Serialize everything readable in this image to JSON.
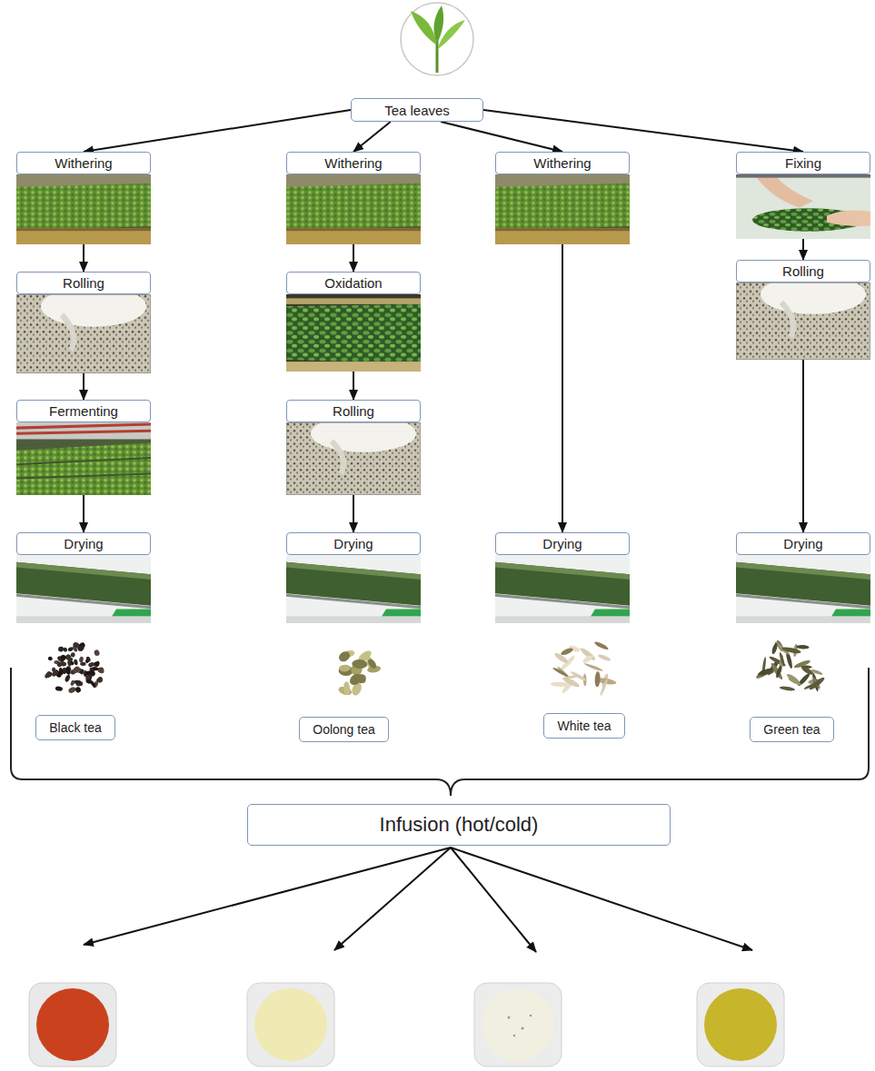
{
  "diagram": {
    "nodes": [
      {
        "text": [
          "Tea leaves"
        ]
      },
      {
        "text": [
          "Withering"
        ]
      },
      {
        "text": [
          "Rolling"
        ]
      },
      {
        "text": [
          "Fermenting"
        ]
      },
      {
        "text": [
          "Drying"
        ]
      },
      {
        "text": [
          "Black tea"
        ]
      },
      {
        "text": [
          "Withering"
        ]
      },
      {
        "text": [
          "Oxidation"
        ]
      },
      {
        "text": [
          "Rolling"
        ]
      },
      {
        "text": [
          "Drying"
        ]
      },
      {
        "text": [
          "Oolong tea"
        ]
      },
      {
        "text": [
          "Withering"
        ]
      },
      {
        "text": [
          "Drying"
        ]
      },
      {
        "text": [
          "White tea"
        ]
      },
      {
        "text": [
          "Fixing"
        ]
      },
      {
        "text": [
          "Rolling"
        ]
      },
      {
        "text": [
          "Drying"
        ]
      },
      {
        "text": [
          "Green tea"
        ]
      },
      {
        "text": [
          "Infusion (hot/cold)"
        ]
      }
    ],
    "edges": [
      {
        "from": 0,
        "to": 1,
        "arrow": "to"
      },
      {
        "from": 0,
        "to": 6,
        "arrow": "to"
      },
      {
        "from": 0,
        "to": 11,
        "arrow": "to"
      },
      {
        "from": 0,
        "to": 14,
        "arrow": "to"
      },
      {
        "from": 1,
        "to": 2,
        "arrow": "to"
      },
      {
        "from": 2,
        "to": 3,
        "arrow": "to"
      },
      {
        "from": 3,
        "to": 4,
        "arrow": "to"
      },
      {
        "from": 6,
        "to": 7,
        "arrow": "to"
      },
      {
        "from": 7,
        "to": 8,
        "arrow": "to"
      },
      {
        "from": 8,
        "to": 9,
        "arrow": "to"
      },
      {
        "from": 11,
        "to": 12,
        "arrow": "to"
      },
      {
        "from": 14,
        "to": 15,
        "arrow": "to"
      },
      {
        "from": 15,
        "to": 16,
        "arrow": "to"
      }
    ]
  }
}
